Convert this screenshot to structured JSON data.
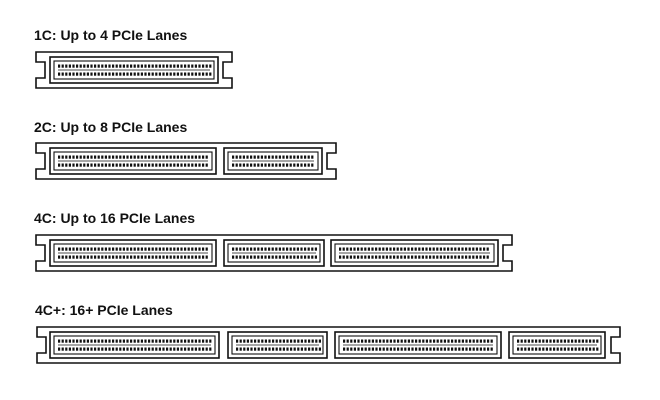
{
  "connectors": [
    {
      "id": "1c",
      "label": "1C: Up to 4 PCIe Lanes",
      "lanes": 4
    },
    {
      "id": "2c",
      "label": "2C: Up to 8 PCIe Lanes",
      "lanes": 8
    },
    {
      "id": "4c",
      "label": "4C: Up to 16 PCIe Lanes",
      "lanes": 16
    },
    {
      "id": "4c-plus",
      "label": "4C+: 16+ PCIe Lanes",
      "lanes": 16
    }
  ],
  "colors": {
    "ink": "#111111",
    "background": "#ffffff"
  }
}
